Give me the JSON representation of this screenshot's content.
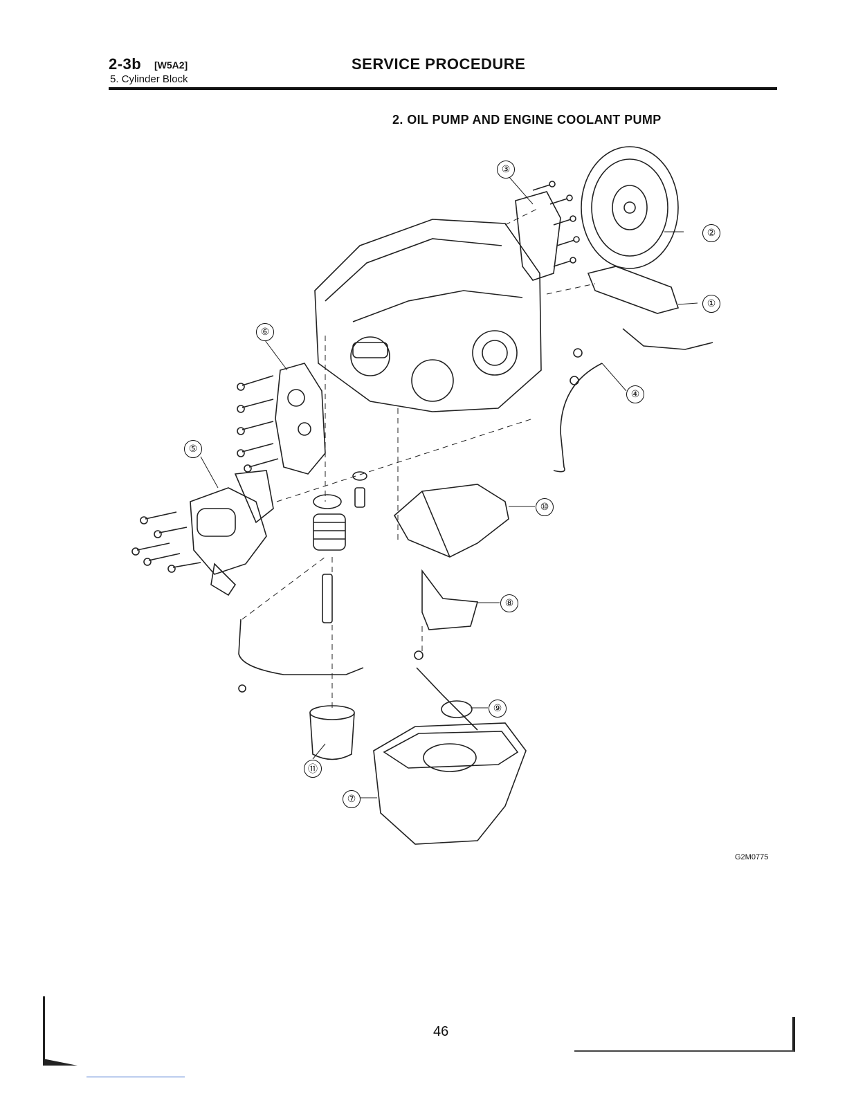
{
  "header": {
    "section": "2-3b",
    "code": "[W5A2]",
    "subtitle": "5. Cylinder Block",
    "title": "SERVICE PROCEDURE"
  },
  "section_heading": "2. OIL PUMP AND ENGINE COOLANT PUMP",
  "figure": {
    "callouts": [
      "①",
      "②",
      "③",
      "④",
      "⑤",
      "⑥",
      "⑦",
      "⑧",
      "⑨",
      "⑩",
      "⑪"
    ],
    "code": "G2M0775"
  },
  "page_number": "46"
}
